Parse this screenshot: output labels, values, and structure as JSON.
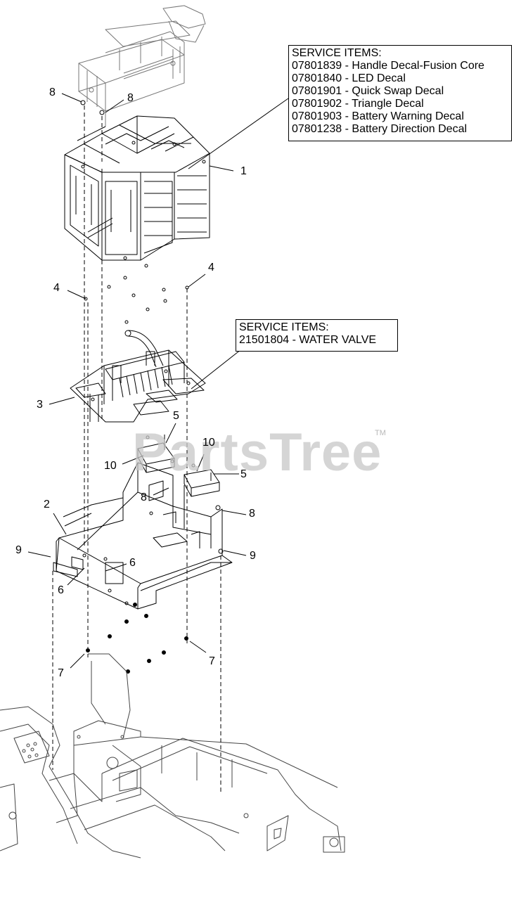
{
  "watermark": {
    "brand": "PartsTree",
    "tm": "TM"
  },
  "service_boxes": [
    {
      "title": "SERVICE ITEMS:",
      "items": [
        "07801839 - Handle Decal-Fusion Core",
        "07801840 - LED Decal",
        "07801901 - Quick Swap Decal",
        "07801902 - Triangle Decal",
        "07801903 - Battery Warning Decal",
        "07801238 - Battery Direction Decal"
      ]
    },
    {
      "title": "SERVICE ITEMS:",
      "items": [
        "21501804 - WATER VALVE"
      ]
    }
  ],
  "callouts": {
    "c8a": "8",
    "c8b": "8",
    "c1": "1",
    "c4a": "4",
    "c4b": "4",
    "c3": "3",
    "c5a": "5",
    "c10a": "10",
    "c10b": "10",
    "c5b": "5",
    "c2": "2",
    "c8c": "8",
    "c8d": "8",
    "c9a": "9",
    "c9b": "9",
    "c6a": "6",
    "c6b": "6",
    "c7a": "7",
    "c7b": "7"
  }
}
